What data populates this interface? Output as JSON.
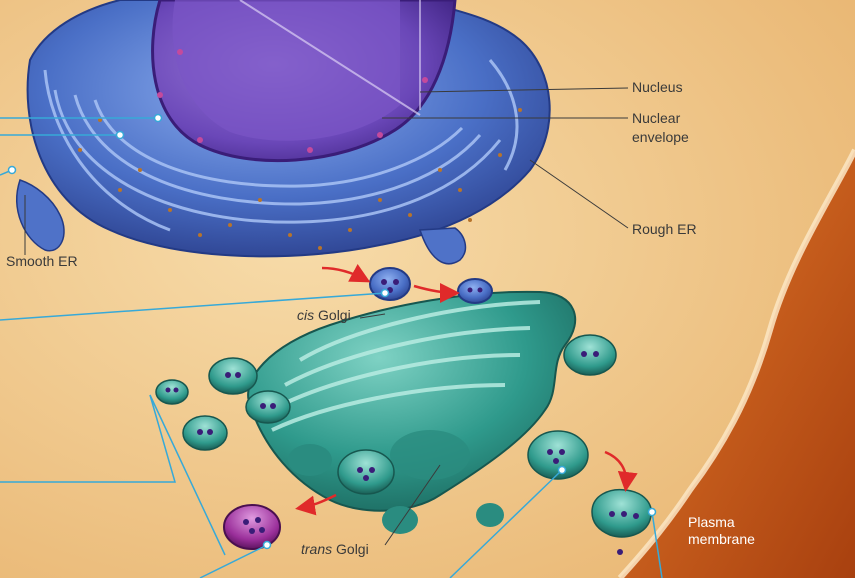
{
  "labels": {
    "nucleus": "Nucleus",
    "nuclear_envelope_line1": "Nuclear",
    "nuclear_envelope_line2": "envelope",
    "rough_er": "Rough ER",
    "smooth_er": "Smooth ER",
    "cis_golgi_prefix": "cis",
    "cis_golgi_suffix": " Golgi",
    "trans_golgi_prefix": "trans",
    "trans_golgi_suffix": " Golgi",
    "plasma_membrane_line1": "Plasma",
    "plasma_membrane_line2": "membrane"
  },
  "colors": {
    "cytoplasm": "#f1c98a",
    "extracellular": "#c9561a",
    "er": "#4a6fc6",
    "nucleus": "#6a47b8",
    "golgi": "#2f9a8c",
    "lysosome": "#9a2f9a",
    "arrow": "#e02a2a",
    "leader": "#37a9d8"
  }
}
